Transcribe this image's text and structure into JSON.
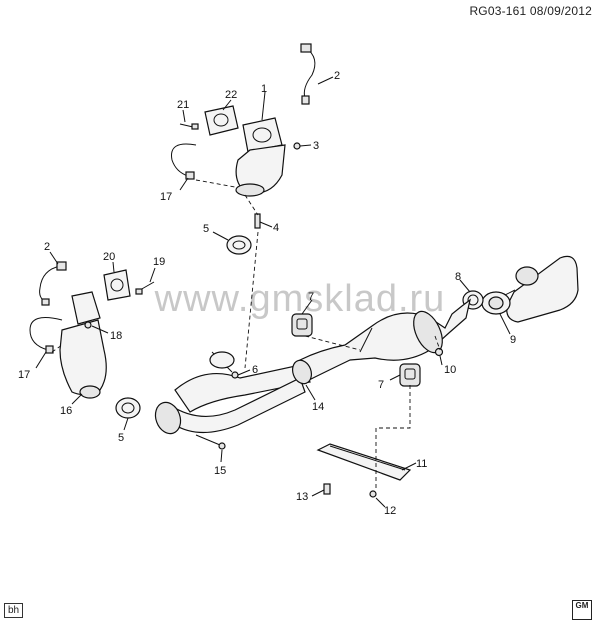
{
  "header": {
    "code": "RG03-161 08/09/2012"
  },
  "watermark": "www.gmsklad.ru",
  "footer": {
    "left_tag": "bh",
    "brand_badge": "GM"
  },
  "callouts": [
    "1",
    "2",
    "3",
    "4",
    "5",
    "6",
    "7",
    "8",
    "9",
    "10",
    "11",
    "12",
    "13",
    "14",
    "15",
    "16",
    "17",
    "18",
    "19",
    "20",
    "21",
    "22"
  ]
}
